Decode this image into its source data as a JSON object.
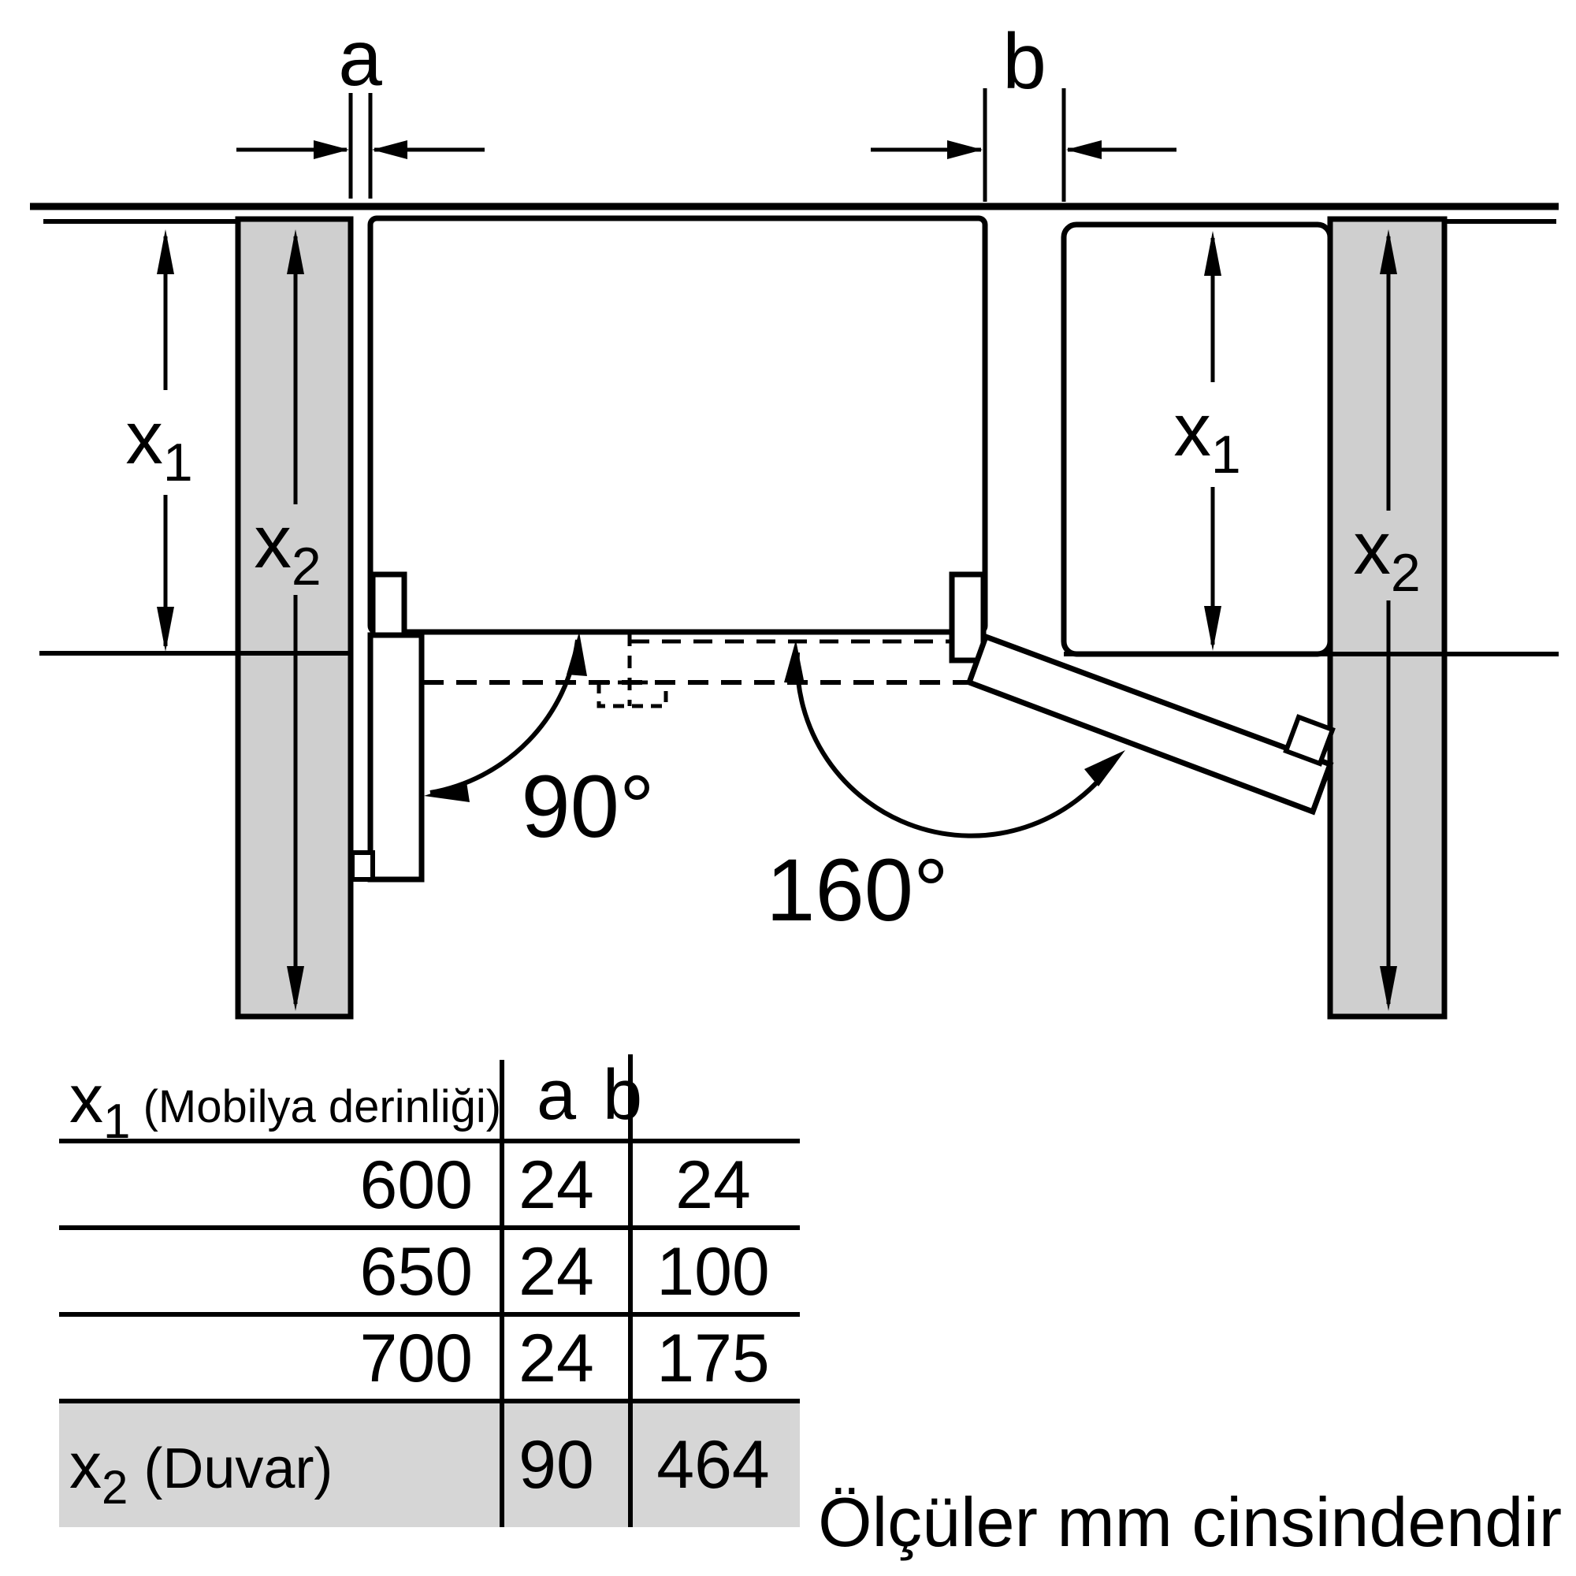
{
  "colors": {
    "line": "#000000",
    "wall_fill": "#cfcfcf",
    "table_row_fill": "#d6d6d6",
    "background": "#ffffff"
  },
  "dims": {
    "a_label": "a",
    "b_label": "b",
    "x_base": "x",
    "x1_sub": "1",
    "x2_sub": "2"
  },
  "angles": {
    "left_door": "90°",
    "right_door": "160°"
  },
  "table": {
    "header": {
      "x1_base": "x",
      "x1_sub": "1",
      "x1_desc": " (Mobilya derinliği)",
      "col_a": "a",
      "col_b": "b"
    },
    "rows": [
      {
        "x1": "600",
        "a": "24",
        "b": "24"
      },
      {
        "x1": "650",
        "a": "24",
        "b": "100"
      },
      {
        "x1": "700",
        "a": "24",
        "b": "175"
      }
    ],
    "wall_row": {
      "label_base": "x",
      "label_sub": "2",
      "label_desc": " (Duvar)",
      "a": "90",
      "b": "464"
    }
  },
  "note": "Ölçüler mm cinsindendir"
}
